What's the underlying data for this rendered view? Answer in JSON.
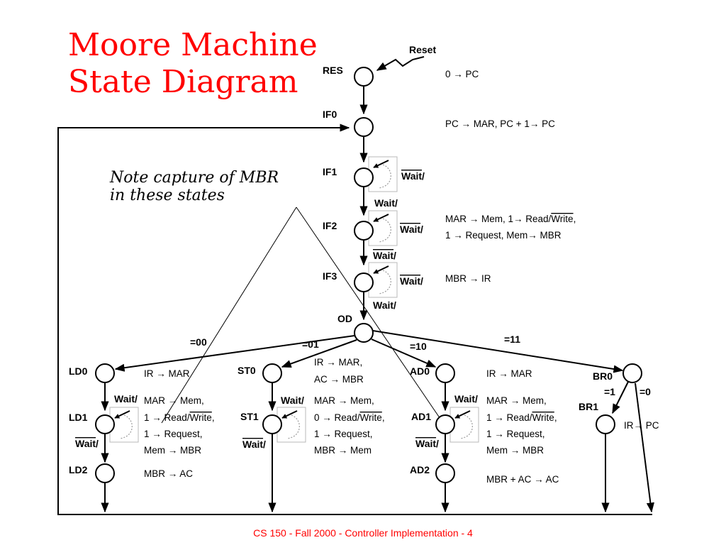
{
  "title": {
    "line1": "Moore Machine",
    "line2": "State Diagram"
  },
  "note": {
    "line1": "Note capture of MBR",
    "line2": "in these states"
  },
  "footer": "CS 150 - Fall 2000 - Controller Implementation - 4",
  "reset_label": "Reset",
  "states": {
    "RES": "RES",
    "IF0": "IF0",
    "IF1": "IF1",
    "IF2": "IF2",
    "IF3": "IF3",
    "OD": "OD",
    "LD0": "LD0",
    "LD1": "LD1",
    "LD2": "LD2",
    "ST0": "ST0",
    "ST1": "ST1",
    "AD0": "AD0",
    "AD1": "AD1",
    "AD2": "AD2",
    "BR0": "BR0",
    "BR1": "BR1"
  },
  "actions": {
    "res": "0 → PC",
    "if0": "PC → MAR, PC + 1→ PC",
    "if2_l1_a": "MAR → Mem, 1→ Read/",
    "if2_l1_b": "Write",
    "if2_l1_c": ",",
    "if2_l2": "1 → Request, Mem→ MBR",
    "if3": "MBR → IR",
    "ld0": "IR → MAR",
    "ld1_l1": "MAR → Mem,",
    "ld1_l2_a": "1 → Read/",
    "ld1_l2_b": "Write",
    "ld1_l2_c": ",",
    "ld1_l3": "1 → Request,",
    "ld1_l4": "Mem → MBR",
    "ld2": "MBR → AC",
    "st0_l1": "IR → MAR,",
    "st0_l2": "AC → MBR",
    "st1_l1": "MAR → Mem,",
    "st1_l2_a": "0 → Read/",
    "st1_l2_b": "Write",
    "st1_l2_c": ",",
    "st1_l3": "1 → Request,",
    "st1_l4": "MBR → Mem",
    "ad0": "IR → MAR",
    "ad1_l1": "MAR → Mem,",
    "ad1_l2_a": "1 → Read/",
    "ad1_l2_b": "Write",
    "ad1_l2_c": ",",
    "ad1_l3": "1 → Request,",
    "ad1_l4": "Mem → MBR",
    "ad2": "MBR + AC → AC",
    "br1": "IR→ PC"
  },
  "transitions": {
    "wait": "Wait",
    "slash": "/",
    "eq00": "=00",
    "eq01": "=01",
    "eq10": "=10",
    "eq11": "=11",
    "eq1": "=1",
    "eq0": "=0"
  }
}
